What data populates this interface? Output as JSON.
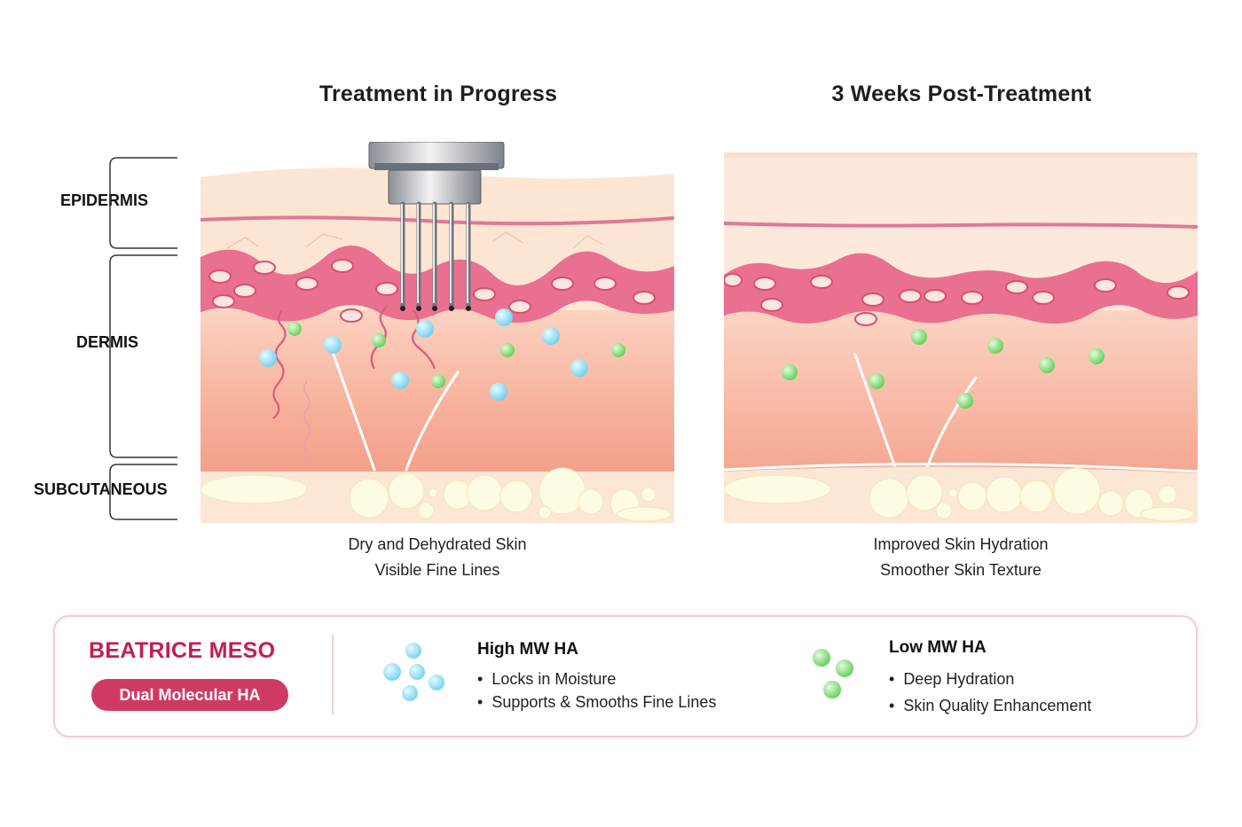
{
  "panels": {
    "left": {
      "title": "Treatment in Progress",
      "caption_line1": "Dry and Dehydrated Skin",
      "caption_line2": "Visible Fine Lines"
    },
    "right": {
      "title": "3 Weeks Post-Treatment",
      "caption_line1": "Improved Skin Hydration",
      "caption_line2": "Smoother Skin Texture"
    }
  },
  "layers": {
    "epidermis": "EPIDERMIS",
    "dermis": "DERMIS",
    "subcutaneous": "SUBCUTANEOUS"
  },
  "legend": {
    "brand": "BEATRICE MESO",
    "badge": "Dual Molecular HA",
    "high_mw": {
      "title": "High MW HA",
      "bullets": [
        "Locks in Moisture",
        "Supports & Smooths Fine Lines"
      ]
    },
    "low_mw": {
      "title": "Low MW HA",
      "bullets": [
        "Deep Hydration",
        "Skin Quality Enhancement"
      ]
    }
  },
  "colors": {
    "brand": "#c41e4f",
    "badge": "#cf3a63",
    "high_mw_particle": "#9ee3f4",
    "low_mw_particle": "#86e07a",
    "epidermis": "#fbe4cf",
    "dermis_band": "#e9708f",
    "dermis": "#f7b7a1",
    "fat": "#fdfbe0"
  },
  "icons": {
    "microneedle_device": "microneedle-device-icon",
    "high_mw_particles": "blue-particles-icon",
    "low_mw_particles": "green-particles-icon"
  }
}
